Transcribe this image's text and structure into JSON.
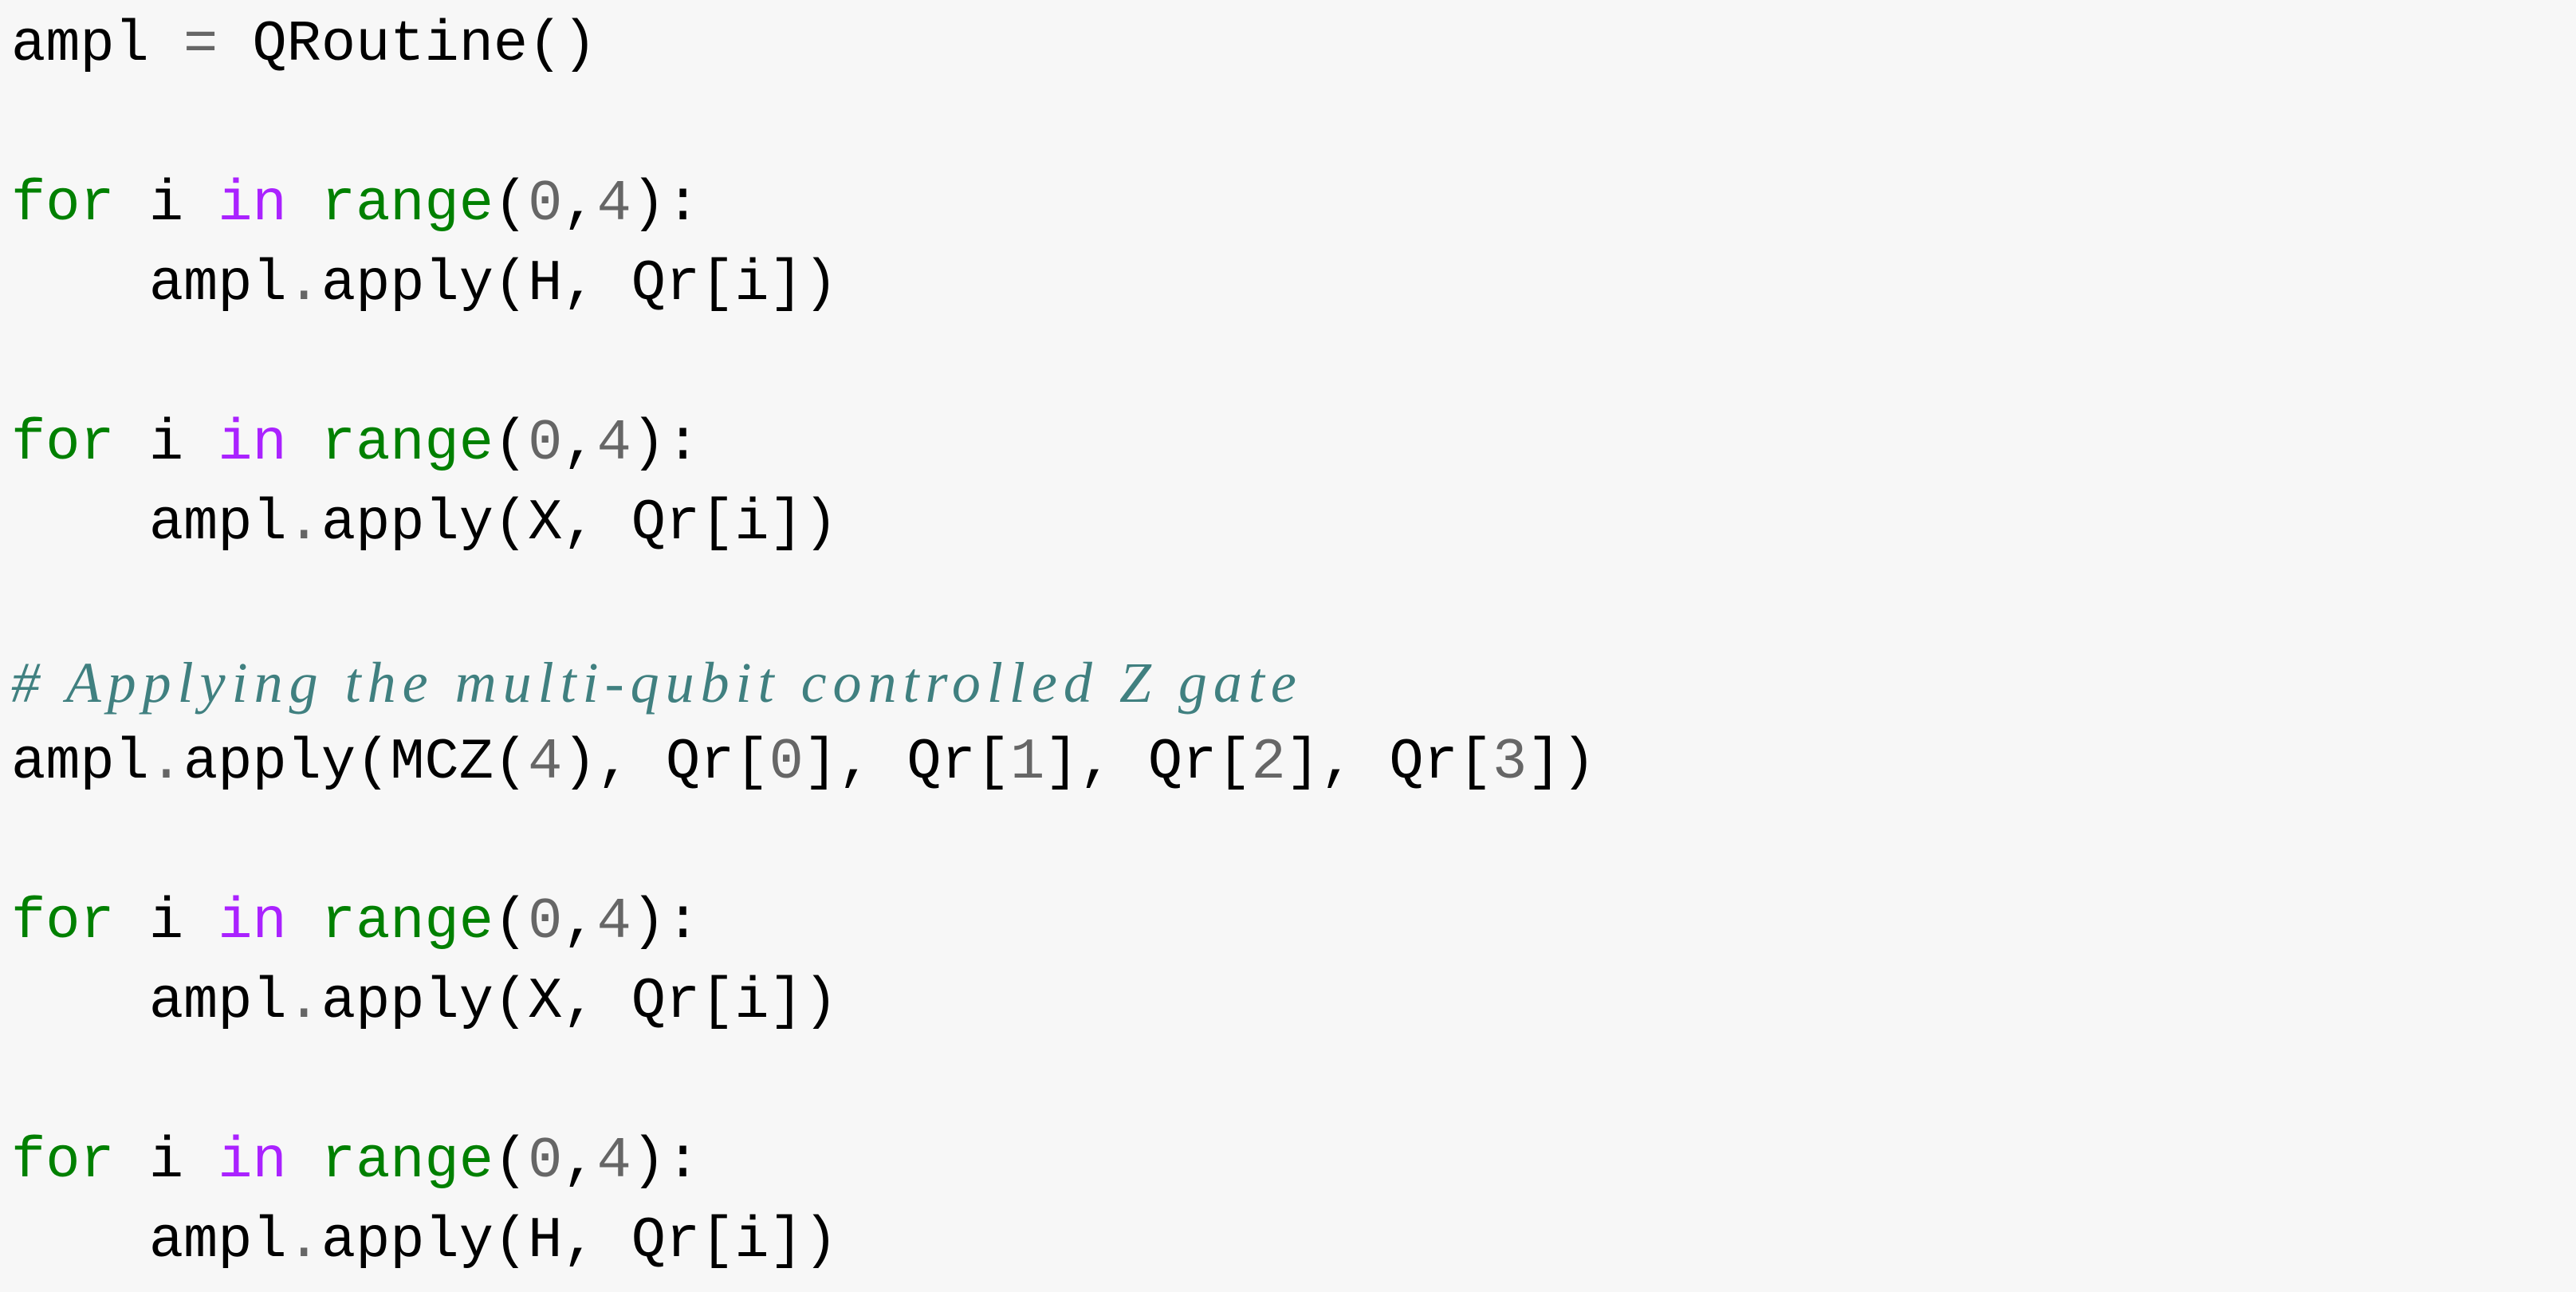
{
  "colors": {
    "background": "#f7f7f7",
    "text": "#000000",
    "keyword": "#008000",
    "keyword_in": "#aa22ff",
    "builtin": "#008000",
    "number": "#666666",
    "operator": "#666666",
    "comment": "#408080"
  },
  "lines": [
    [
      {
        "t": "ampl ",
        "c": ""
      },
      {
        "t": "=",
        "c": "op"
      },
      {
        "t": " QRoutine()",
        "c": ""
      }
    ],
    null,
    [
      {
        "t": "for",
        "c": "kw-for"
      },
      {
        "t": " i ",
        "c": ""
      },
      {
        "t": "in",
        "c": "kw-in"
      },
      {
        "t": " ",
        "c": ""
      },
      {
        "t": "range",
        "c": "builtin"
      },
      {
        "t": "(",
        "c": ""
      },
      {
        "t": "0",
        "c": "num"
      },
      {
        "t": ",",
        "c": ""
      },
      {
        "t": "4",
        "c": "num"
      },
      {
        "t": "):",
        "c": ""
      }
    ],
    [
      {
        "t": "    ampl",
        "c": ""
      },
      {
        "t": ".",
        "c": "op"
      },
      {
        "t": "apply(H, Qr[i])",
        "c": ""
      }
    ],
    null,
    [
      {
        "t": "for",
        "c": "kw-for"
      },
      {
        "t": " i ",
        "c": ""
      },
      {
        "t": "in",
        "c": "kw-in"
      },
      {
        "t": " ",
        "c": ""
      },
      {
        "t": "range",
        "c": "builtin"
      },
      {
        "t": "(",
        "c": ""
      },
      {
        "t": "0",
        "c": "num"
      },
      {
        "t": ",",
        "c": ""
      },
      {
        "t": "4",
        "c": "num"
      },
      {
        "t": "):",
        "c": ""
      }
    ],
    [
      {
        "t": "    ampl",
        "c": ""
      },
      {
        "t": ".",
        "c": "op"
      },
      {
        "t": "apply(X, Qr[i])",
        "c": ""
      }
    ],
    null,
    [
      {
        "t": "# Applying the multi-qubit controlled Z gate",
        "c": "comment"
      }
    ],
    [
      {
        "t": "ampl",
        "c": ""
      },
      {
        "t": ".",
        "c": "op"
      },
      {
        "t": "apply(MCZ(",
        "c": ""
      },
      {
        "t": "4",
        "c": "num"
      },
      {
        "t": "), Qr[",
        "c": ""
      },
      {
        "t": "0",
        "c": "num"
      },
      {
        "t": "], Qr[",
        "c": ""
      },
      {
        "t": "1",
        "c": "num"
      },
      {
        "t": "], Qr[",
        "c": ""
      },
      {
        "t": "2",
        "c": "num"
      },
      {
        "t": "], Qr[",
        "c": ""
      },
      {
        "t": "3",
        "c": "num"
      },
      {
        "t": "])",
        "c": ""
      }
    ],
    null,
    [
      {
        "t": "for",
        "c": "kw-for"
      },
      {
        "t": " i ",
        "c": ""
      },
      {
        "t": "in",
        "c": "kw-in"
      },
      {
        "t": " ",
        "c": ""
      },
      {
        "t": "range",
        "c": "builtin"
      },
      {
        "t": "(",
        "c": ""
      },
      {
        "t": "0",
        "c": "num"
      },
      {
        "t": ",",
        "c": ""
      },
      {
        "t": "4",
        "c": "num"
      },
      {
        "t": "):",
        "c": ""
      }
    ],
    [
      {
        "t": "    ampl",
        "c": ""
      },
      {
        "t": ".",
        "c": "op"
      },
      {
        "t": "apply(X, Qr[i])",
        "c": ""
      }
    ],
    null,
    [
      {
        "t": "for",
        "c": "kw-for"
      },
      {
        "t": " i ",
        "c": ""
      },
      {
        "t": "in",
        "c": "kw-in"
      },
      {
        "t": " ",
        "c": ""
      },
      {
        "t": "range",
        "c": "builtin"
      },
      {
        "t": "(",
        "c": ""
      },
      {
        "t": "0",
        "c": "num"
      },
      {
        "t": ",",
        "c": ""
      },
      {
        "t": "4",
        "c": "num"
      },
      {
        "t": "):",
        "c": ""
      }
    ],
    [
      {
        "t": "    ampl",
        "c": ""
      },
      {
        "t": ".",
        "c": "op"
      },
      {
        "t": "apply(H, Qr[i])",
        "c": ""
      }
    ]
  ]
}
